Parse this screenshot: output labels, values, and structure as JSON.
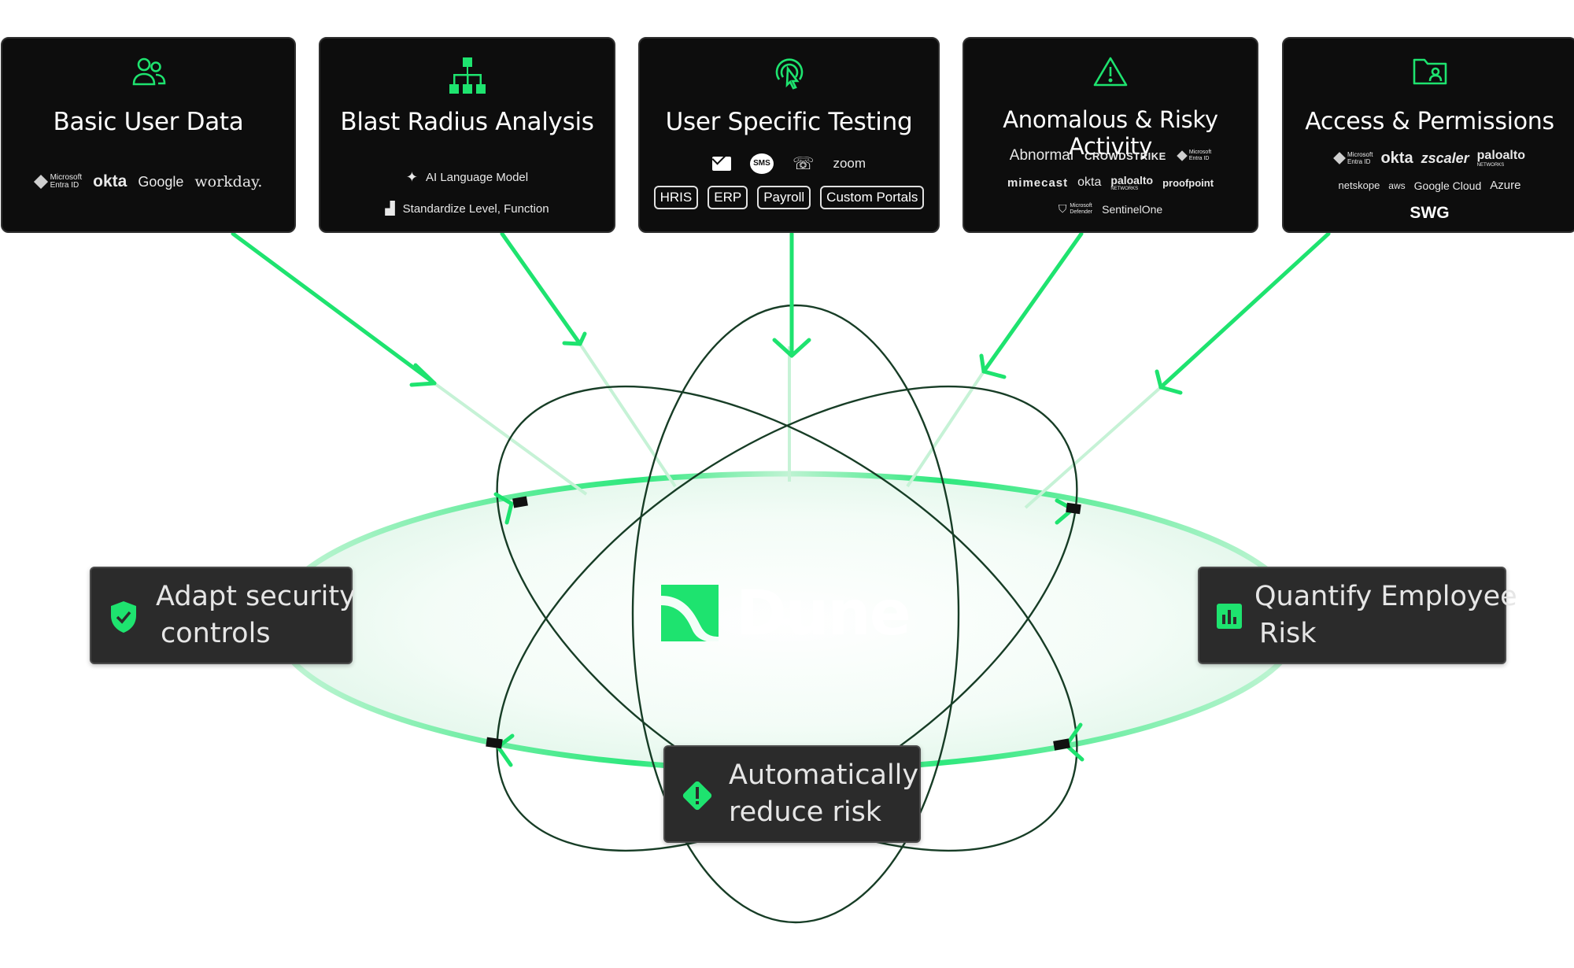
{
  "colors": {
    "accent": "#1ee36f",
    "card_bg": "#0d0d0d",
    "box_bg": "#2b2b2b",
    "orbit": "#173d26"
  },
  "brand": {
    "name": "Dune"
  },
  "cards": [
    {
      "id": "basic",
      "title": "Basic User Data",
      "icon": "users-icon",
      "logos": {
        "entra_1": "Microsoft",
        "entra_2": "Entra ID",
        "okta": "okta",
        "google": "Google",
        "workday": "workday."
      }
    },
    {
      "id": "blast",
      "title": "Blast Radius Analysis",
      "icon": "org-chart-icon",
      "items": {
        "ai": "AI Language Model",
        "std": "Standardize Level, Function"
      }
    },
    {
      "id": "testing",
      "title": "User Specific Testing",
      "icon": "cursor-click-icon",
      "channels": {
        "sms": "SMS",
        "zoom": "zoom"
      },
      "pills": [
        "HRIS",
        "ERP",
        "Payroll",
        "Custom Portals"
      ]
    },
    {
      "id": "anomalous",
      "title": "Anomalous & Risky Activity",
      "icon": "warning-icon",
      "logos": {
        "abnormal": "Abnormal",
        "crowdstrike": "CROWDSTRIKE",
        "entra_1": "Microsoft",
        "entra_2": "Entra ID",
        "mimecast": "mimecast",
        "okta": "okta",
        "paloalto": "paloalto",
        "paloalto_sub": "NETWORKS",
        "proofpoint": "proofpoint",
        "defender_1": "Microsoft",
        "defender_2": "Defender",
        "sentinelone": "SentinelOne"
      }
    },
    {
      "id": "access",
      "title": "Access & Permissions",
      "icon": "folder-user-icon",
      "logos": {
        "entra_1": "Microsoft",
        "entra_2": "Entra ID",
        "okta": "okta",
        "zscaler": "zscaler",
        "paloalto": "paloalto",
        "paloalto_sub": "NETWORKS",
        "netskope": "netskope",
        "aws": "aws",
        "gcloud": "Google Cloud",
        "azure": "Azure",
        "swg": "SWG"
      }
    }
  ],
  "outcomes": {
    "adapt": {
      "line1": "Adapt security",
      "line2": "controls",
      "icon": "shield-check-icon"
    },
    "quantify": {
      "line1": "Quantify Employee",
      "line2": "Risk",
      "icon": "bar-chart-icon"
    },
    "reduce": {
      "line1": "Automatically",
      "line2": "reduce risk",
      "icon": "alert-diamond-icon"
    }
  }
}
